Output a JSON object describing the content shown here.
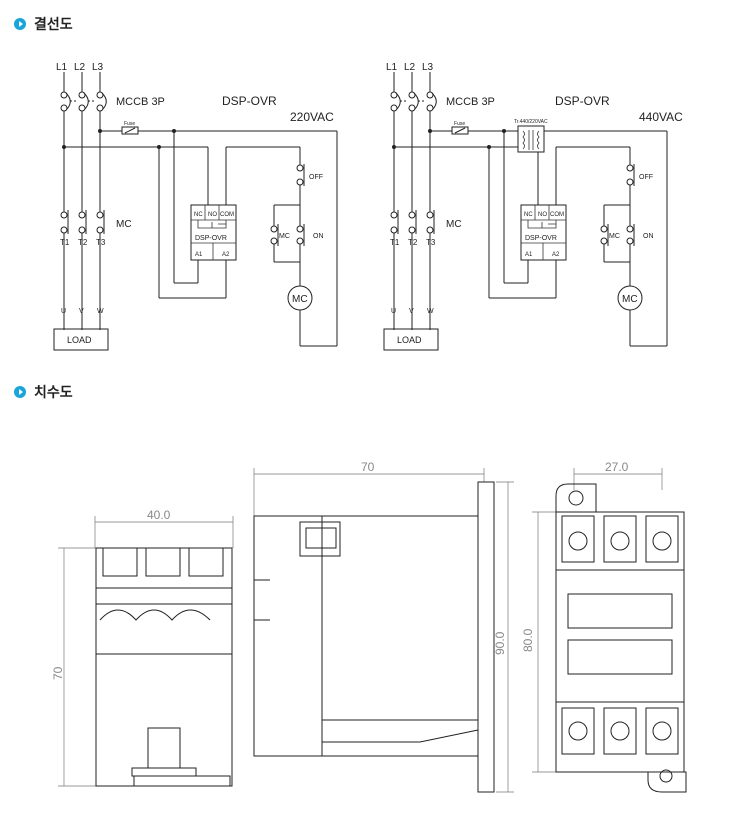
{
  "sections": {
    "wiring_title": "결선도",
    "dimension_title": "치수도"
  },
  "wiring": {
    "phases": [
      "L1",
      "L2",
      "L3"
    ],
    "terminals": [
      "T1",
      "T2",
      "T3"
    ],
    "outputs": [
      "U",
      "V",
      "W"
    ],
    "breaker": "MCCB 3P",
    "device": "DSP-OVR",
    "contactor": "MC",
    "load": "LOAD",
    "fuse": "Fuse",
    "off": "OFF",
    "on": "ON",
    "motor": "MC",
    "relay_contacts": [
      "NC",
      "NO",
      "COM"
    ],
    "relay_coils": [
      "A1",
      "A2"
    ],
    "left_voltage": "220VAC",
    "right_voltage": "440VAC",
    "transformer": "Tr.440/220VAC"
  },
  "dimensions": {
    "front_width": "40.0",
    "front_height": "70",
    "side_width": "70",
    "side_height": "90.0",
    "back_width": "27.0",
    "back_height": "80.0"
  }
}
